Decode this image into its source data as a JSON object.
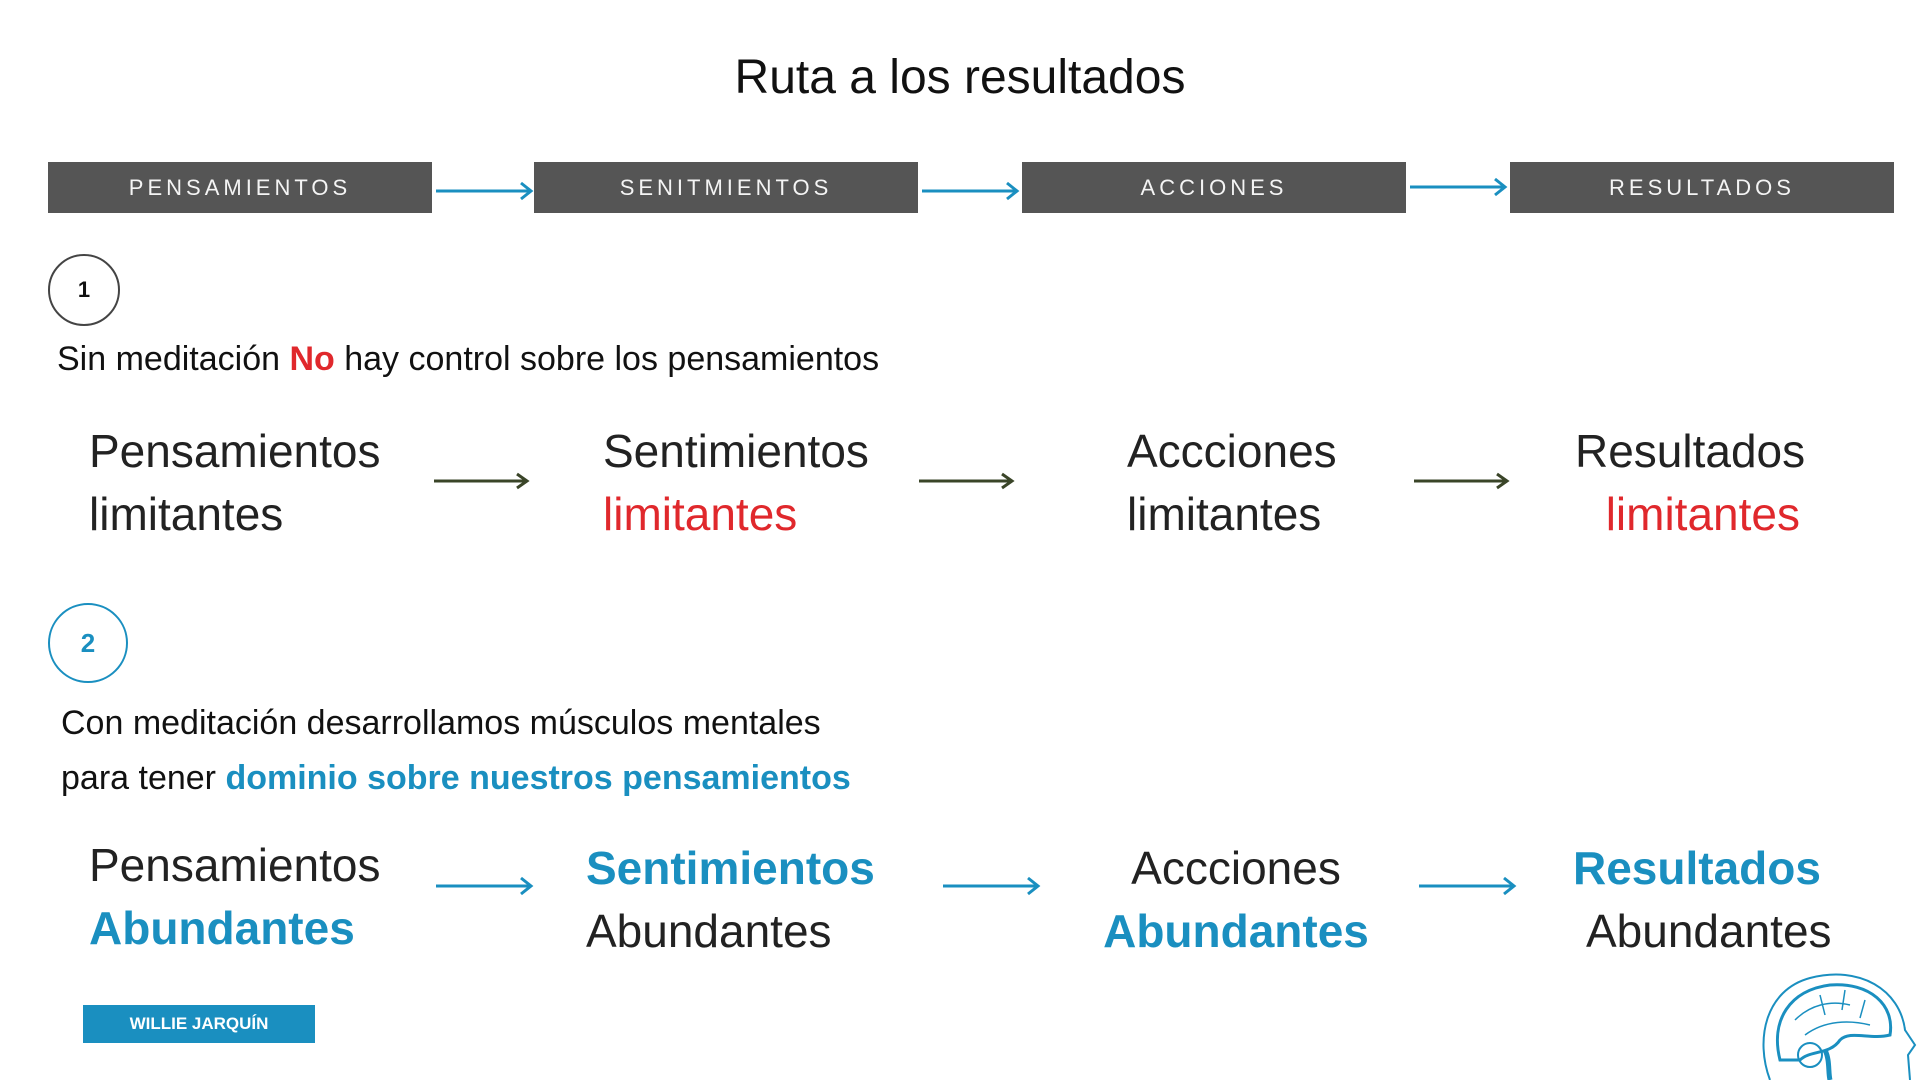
{
  "title": "Ruta a los resultados",
  "steps": [
    "PENSAMIENTOS",
    "SENITMIENTOS",
    "ACCIONES",
    "RESULTADOS"
  ],
  "section1": {
    "number": "1",
    "text_pre": "Sin meditación ",
    "text_highlight": "No",
    "text_post": " hay control sobre los pensamientos",
    "items": [
      {
        "l1": "Pensamientos",
        "l2": "limitantes"
      },
      {
        "l1": "Sentimientos",
        "l2": "limitantes"
      },
      {
        "l1": "Accciones",
        "l2": "limitantes"
      },
      {
        "l1": "Resultados",
        "l2": "limitantes"
      }
    ]
  },
  "section2": {
    "number": "2",
    "line1": "Con meditación desarrollamos músculos mentales",
    "line2_pre": "para tener ",
    "line2_highlight": "dominio sobre nuestros pensamientos",
    "items": [
      {
        "l1": "Pensamientos",
        "l2": "Abundantes"
      },
      {
        "l1": "Sentimientos",
        "l2": "Abundantes"
      },
      {
        "l1": "Accciones",
        "l2": "Abundantes"
      },
      {
        "l1": "Resultados",
        "l2": "Abundantes"
      }
    ]
  },
  "badge": "WILLIE JARQUÍN",
  "colors": {
    "blue": "#1a8fc0",
    "red": "#e0282c",
    "dark": "#555555"
  }
}
